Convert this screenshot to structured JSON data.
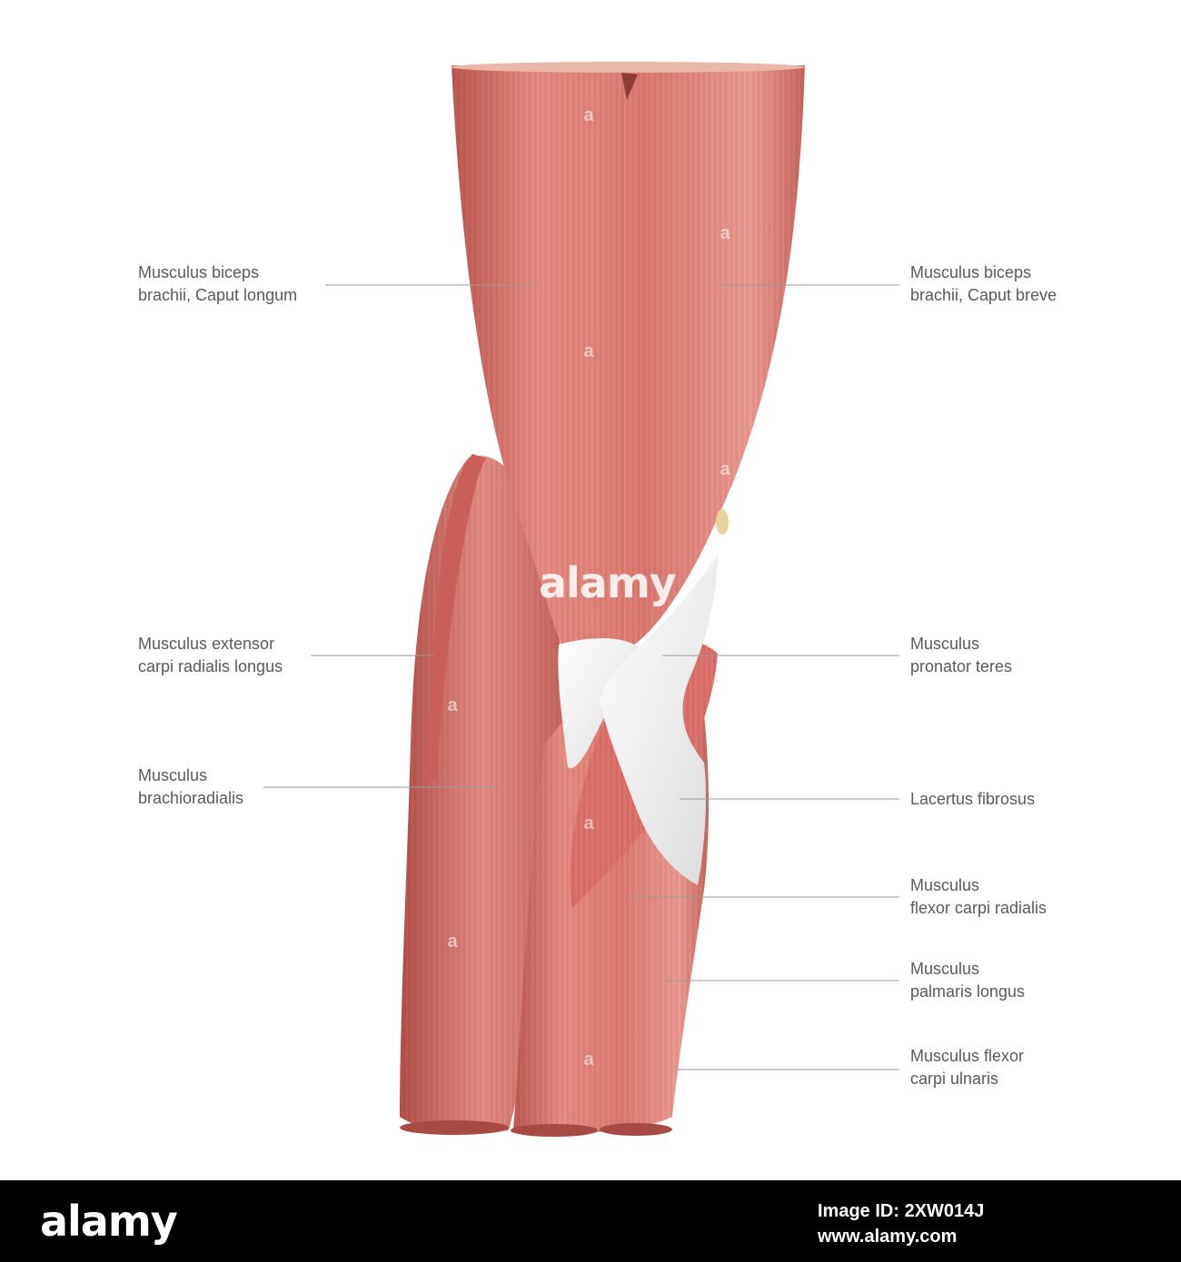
{
  "labels": {
    "biceps_long": [
      "Musculus biceps",
      "brachii, Caput longum"
    ],
    "biceps_short": [
      "Musculus biceps",
      "brachii, Caput breve"
    ],
    "ecrl": [
      "Musculus extensor",
      "carpi radialis longus"
    ],
    "pronator": [
      "Musculus",
      "pronator teres"
    ],
    "brachioradialis": [
      "Musculus",
      "brachioradialis"
    ],
    "lacertus": [
      "Lacertus fibrosus"
    ],
    "fcr": [
      "Musculus",
      "flexor carpi radialis"
    ],
    "palmaris": [
      "Musculus",
      "palmaris longus"
    ],
    "fcu": [
      "Musculus flexor",
      "carpi ulnaris"
    ]
  },
  "watermark": {
    "center": "alamy",
    "small": "a"
  },
  "footer": {
    "logo": "alamy",
    "image_id": "Image ID: 2XW014J",
    "url": "www.alamy.com"
  },
  "colors": {
    "muscle": "#d9776f",
    "muscle_dark": "#b9544e",
    "muscle_light": "#f0a29a",
    "tendon": "#f2f2f2",
    "leader_line": "#9a9a9a",
    "label_text": "#5a5a5a",
    "footer_bg": "#000000"
  }
}
